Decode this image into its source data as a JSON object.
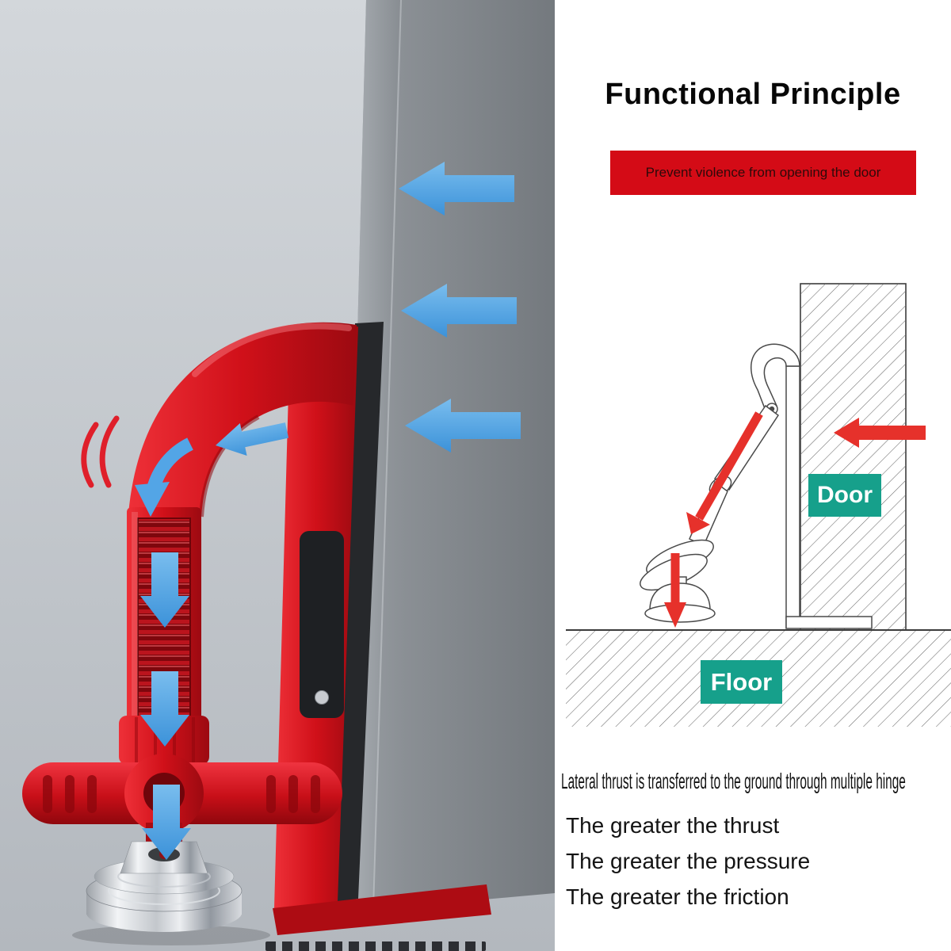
{
  "right_panel": {
    "title": "Functional Principle",
    "banner_text": "Prevent violence from opening the door",
    "diagram_labels": {
      "door": "Door",
      "floor": "Floor"
    },
    "caption_lines": [
      "Lateral thrust is transferred to the ground through multiple hinge",
      "The greater the thrust",
      "The greater the pressure",
      "The greater the friction"
    ]
  },
  "icons": {
    "door_push_arrow": "⬅",
    "device_small_arrow": "⬅",
    "curved_arrow": "↶",
    "force_down_arrow": "⬇",
    "diagram_push_arrow": "⬅",
    "diagram_thrust_arrow": "↙",
    "diagram_ground_arrow": "⬇"
  },
  "colors": {
    "background_gray": "#c3c8cd",
    "door_gray": "#82878c",
    "device_red": "#d01019",
    "arrow_blue": "#55a8e8",
    "banner_red": "#d40b16",
    "banner_text": "#2e0a0a",
    "label_green": "#16a08b",
    "diagram_red": "#e6312b",
    "text_black": "#111111"
  }
}
